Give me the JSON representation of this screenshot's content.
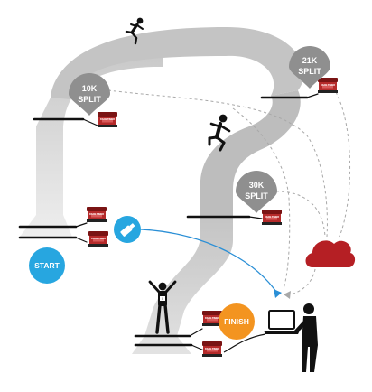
{
  "splits": [
    {
      "line1": "10K",
      "line2": "SPLIT"
    },
    {
      "line1": "21K",
      "line2": "SPLIT"
    },
    {
      "line1": "30K",
      "line2": "SPLIT"
    }
  ],
  "start": {
    "label": "START"
  },
  "finish": {
    "label": "FINISH"
  },
  "bib": {
    "label": "0"
  },
  "device": {
    "label": "RACE TIMER"
  },
  "colors": {
    "road": "#c9c9c9",
    "road_dark": "#b5b5b5",
    "pin": "#8f8f8f",
    "device_red": "#b52a2a",
    "start_blue": "#27a6e0",
    "finish_orange": "#f39420",
    "cloud_red": "#b51f24",
    "dashed": "#a8a8a8",
    "usb_arrow": "#2a8fd6"
  },
  "icons": [
    "runner-icon",
    "usb-drive-icon",
    "cloud-icon",
    "laptop-icon",
    "person-icon",
    "timing-device-icon",
    "location-pin-icon"
  ]
}
